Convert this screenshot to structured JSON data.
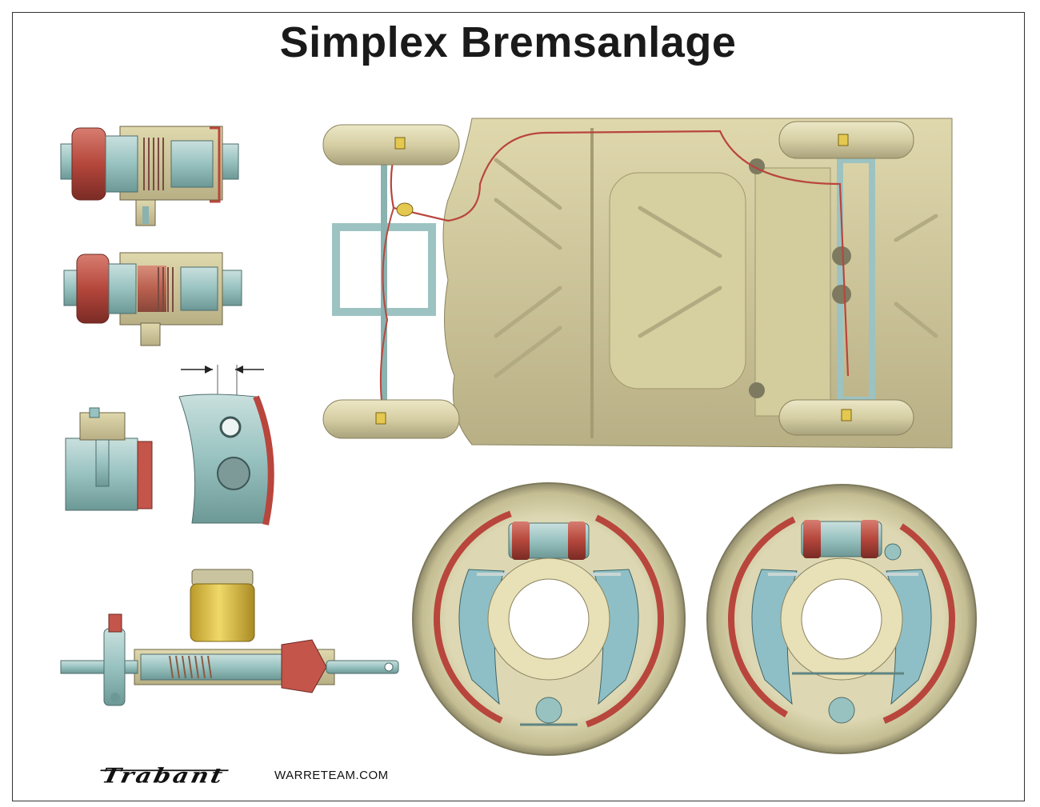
{
  "header": {
    "title": "Simplex Bremsanlage"
  },
  "footer": {
    "brand": "Trabant",
    "website": "WARRETEAM.COM"
  },
  "colors": {
    "chassis": "#d9d3a5",
    "chassis_dark": "#b9b183",
    "axle": "#a9cccc",
    "brake_lining": "#b8463d",
    "cylinder_red": "#c0574c",
    "reservoir": "#e4c84f",
    "drum": "#cfc9a1"
  }
}
